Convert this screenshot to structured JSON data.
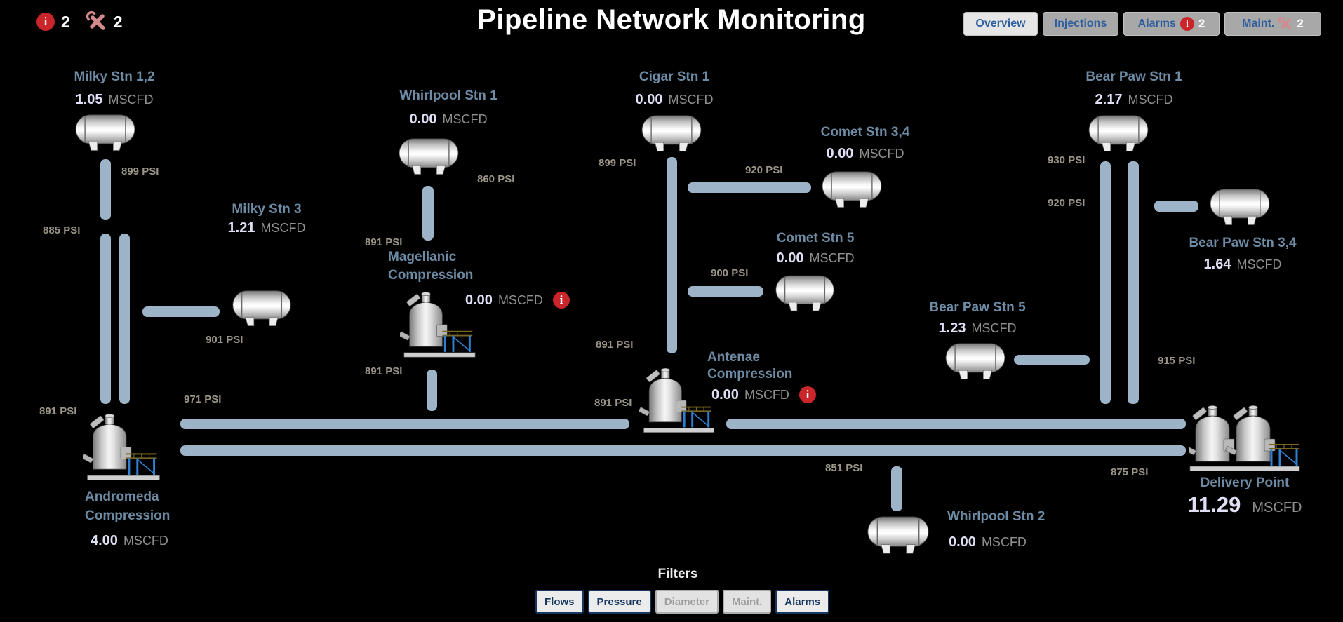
{
  "header": {
    "title": "Pipeline Network Monitoring",
    "info_count": "2",
    "tools_count": "2",
    "nav": {
      "overview": "Overview",
      "injections": "Injections",
      "alarms": "Alarms",
      "alarms_badge": "2",
      "maint": "Maint.",
      "maint_badge": "2"
    }
  },
  "stations": {
    "milky12": {
      "name": "Milky Stn 1,2",
      "flow": "1.05",
      "unit": "MSCFD"
    },
    "milky3": {
      "name": "Milky Stn 3",
      "flow": "1.21",
      "unit": "MSCFD"
    },
    "whirlpool1": {
      "name": "Whirlpool Stn 1",
      "flow": "0.00",
      "unit": "MSCFD"
    },
    "cigar1": {
      "name": "Cigar Stn 1",
      "flow": "0.00",
      "unit": "MSCFD"
    },
    "comet34": {
      "name": "Comet Stn 3,4",
      "flow": "0.00",
      "unit": "MSCFD"
    },
    "comet5": {
      "name": "Comet Stn 5",
      "flow": "0.00",
      "unit": "MSCFD"
    },
    "bearpaw1": {
      "name": "Bear Paw Stn 1",
      "flow": "2.17",
      "unit": "MSCFD"
    },
    "bearpaw34": {
      "name": "Bear Paw Stn 3,4",
      "flow": "1.64",
      "unit": "MSCFD"
    },
    "bearpaw5": {
      "name": "Bear Paw Stn 5",
      "flow": "1.23",
      "unit": "MSCFD"
    },
    "whirlpool2": {
      "name": "Whirlpool Stn 2",
      "flow": "0.00",
      "unit": "MSCFD"
    }
  },
  "compressors": {
    "magellanic": {
      "line1": "Magellanic",
      "line2": "Compression",
      "flow": "0.00",
      "unit": "MSCFD"
    },
    "antenae": {
      "line1": "Antenae",
      "line2": "Compression",
      "flow": "0.00",
      "unit": "MSCFD"
    },
    "andromeda": {
      "line1": "Andromeda",
      "line2": "Compression",
      "flow": "4.00",
      "unit": "MSCFD"
    }
  },
  "delivery": {
    "name": "Delivery Point",
    "flow": "11.29",
    "unit": "MSCFD"
  },
  "pressures": {
    "milky_upper": "899 PSI",
    "milky_mid": "885 PSI",
    "milky3": "901 PSI",
    "whirlpool1_side": "860 PSI",
    "whirlpool1_down": "891 PSI",
    "magellanic_out": "891 PSI",
    "cigar": "899 PSI",
    "cigar_lower": "891 PSI",
    "antenae_in": "891 PSI",
    "comet34": "920 PSI",
    "comet5": "900 PSI",
    "andromeda_in": "891 PSI",
    "andromeda_out": "971 PSI",
    "whirlpool2": "851 PSI",
    "delivery_lower": "875 PSI",
    "bearpaw_line": "915 PSI",
    "bearpaw_upper": "930 PSI",
    "bearpaw_lower": "920 PSI"
  },
  "filters": {
    "title": "Filters",
    "flows": "Flows",
    "pressure": "Pressure",
    "diameter": "Diameter",
    "maint": "Maint.",
    "alarms": "Alarms"
  },
  "colors": {
    "pipe": "#9db3c8",
    "alert_red": "#c9252b",
    "tools_pink": "#d4898c",
    "nav_text": "#2e5f9e",
    "station_label": "#6d8ba4",
    "flow_value": "#dfdff5",
    "psi_label": "#9b9588"
  }
}
